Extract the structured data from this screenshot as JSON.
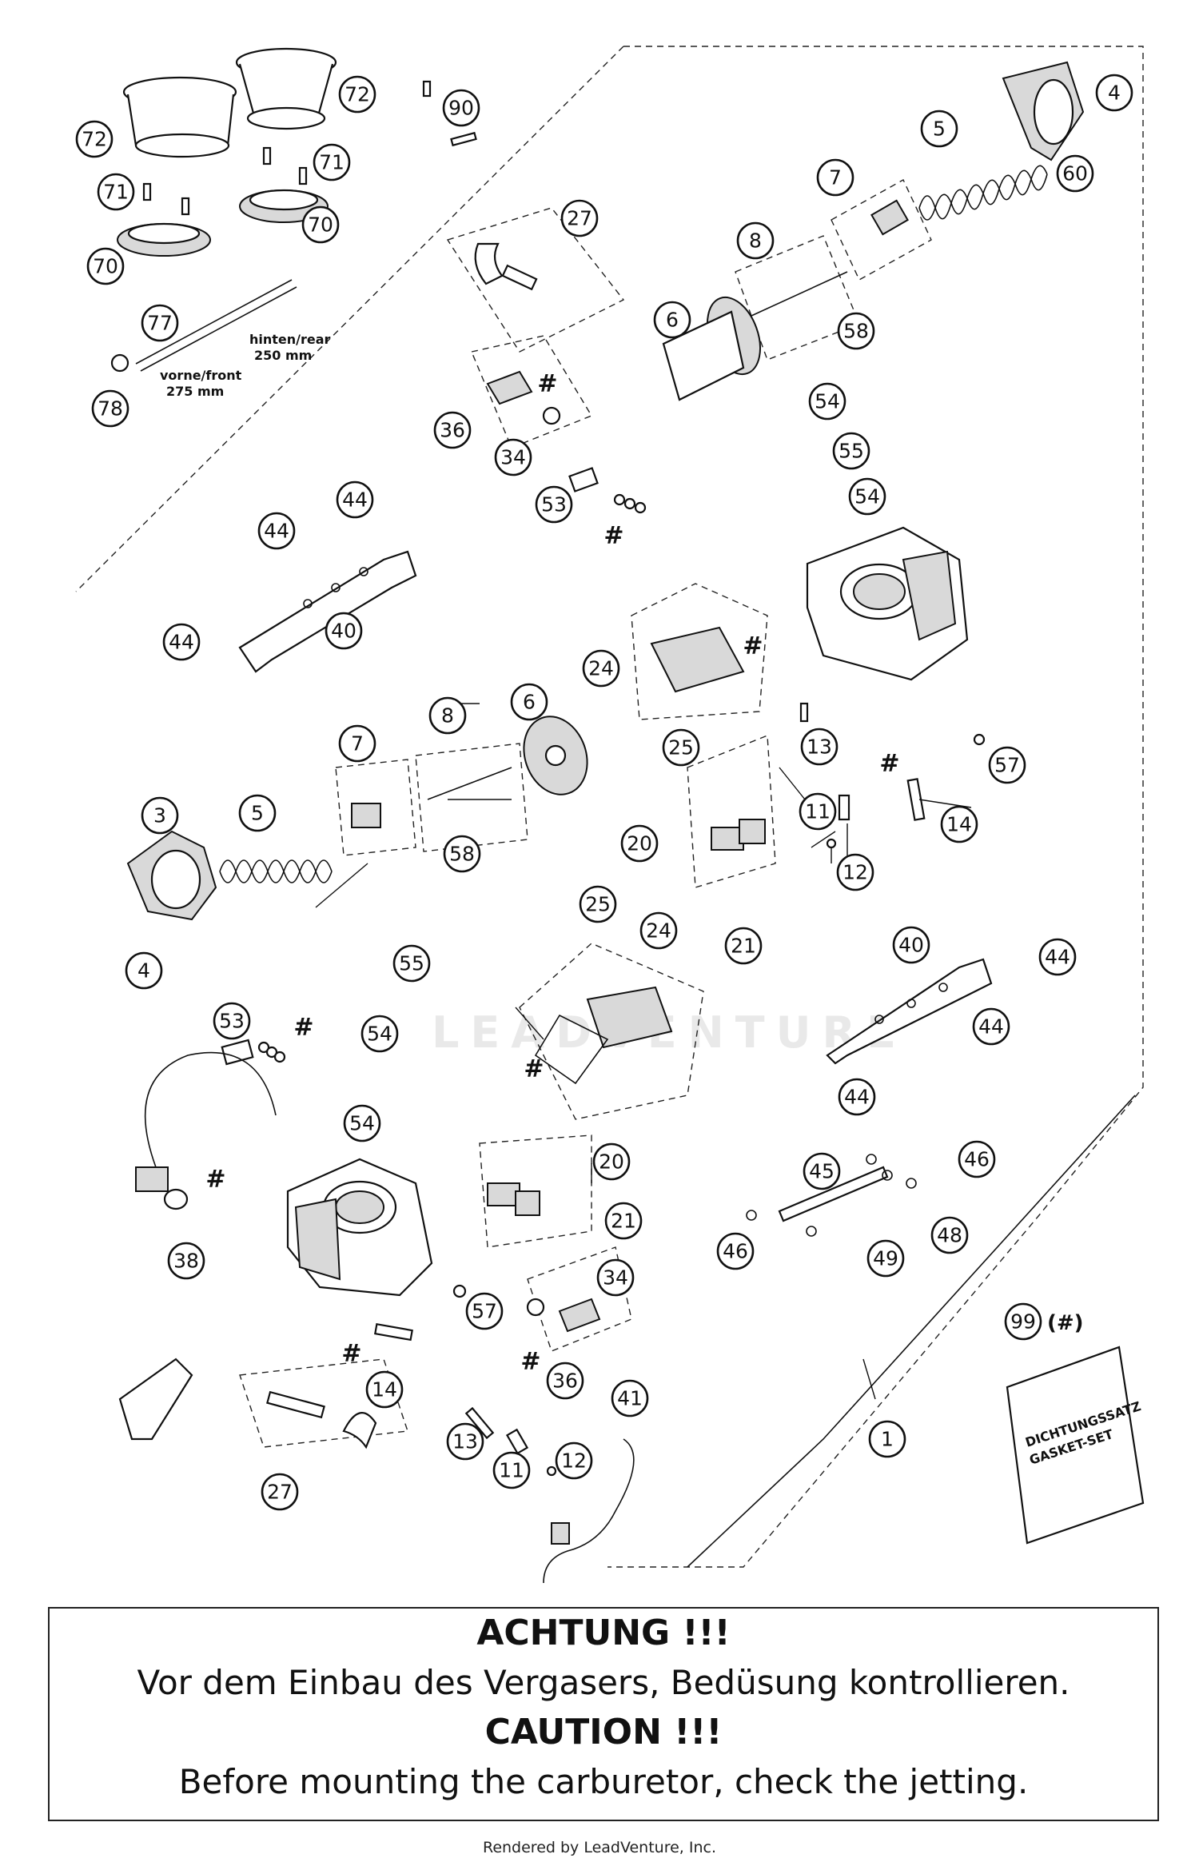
{
  "diagram": {
    "watermark": "LEADVENTURE",
    "hose_notes": {
      "rear": "hinten/rear",
      "rear_len": "250 mm",
      "front": "vorne/front",
      "front_len": "275 mm"
    },
    "gasket_bag": {
      "line1": "DICHTUNGSSATZ",
      "line2": "GASKET-SET",
      "label": "(#)"
    },
    "hash_symbol": "#",
    "callouts": [
      "72",
      "72",
      "90",
      "4",
      "71",
      "71",
      "5",
      "60",
      "70",
      "70",
      "7",
      "27",
      "8",
      "77",
      "6",
      "58",
      "78",
      "54",
      "36",
      "34",
      "55",
      "53",
      "54",
      "44",
      "44",
      "40",
      "44",
      "24",
      "6",
      "8",
      "7",
      "3",
      "5",
      "25",
      "13",
      "57",
      "14",
      "11",
      "20",
      "12",
      "58",
      "4",
      "25",
      "24",
      "21",
      "40",
      "55",
      "44",
      "53",
      "54",
      "44",
      "44",
      "54",
      "20",
      "45",
      "46",
      "21",
      "38",
      "48",
      "46",
      "49",
      "34",
      "57",
      "99",
      "36",
      "14",
      "41",
      "13",
      "11",
      "12",
      "27",
      "1"
    ]
  },
  "warning": {
    "title_de": "ACHTUNG !!!",
    "text_de": "Vor dem Einbau des Vergasers, Bedüsung kontrollieren.",
    "title_en": "CAUTION !!!",
    "text_en": "Before mounting the carburetor, check the jetting."
  },
  "footer": "Rendered by LeadVenture, Inc."
}
